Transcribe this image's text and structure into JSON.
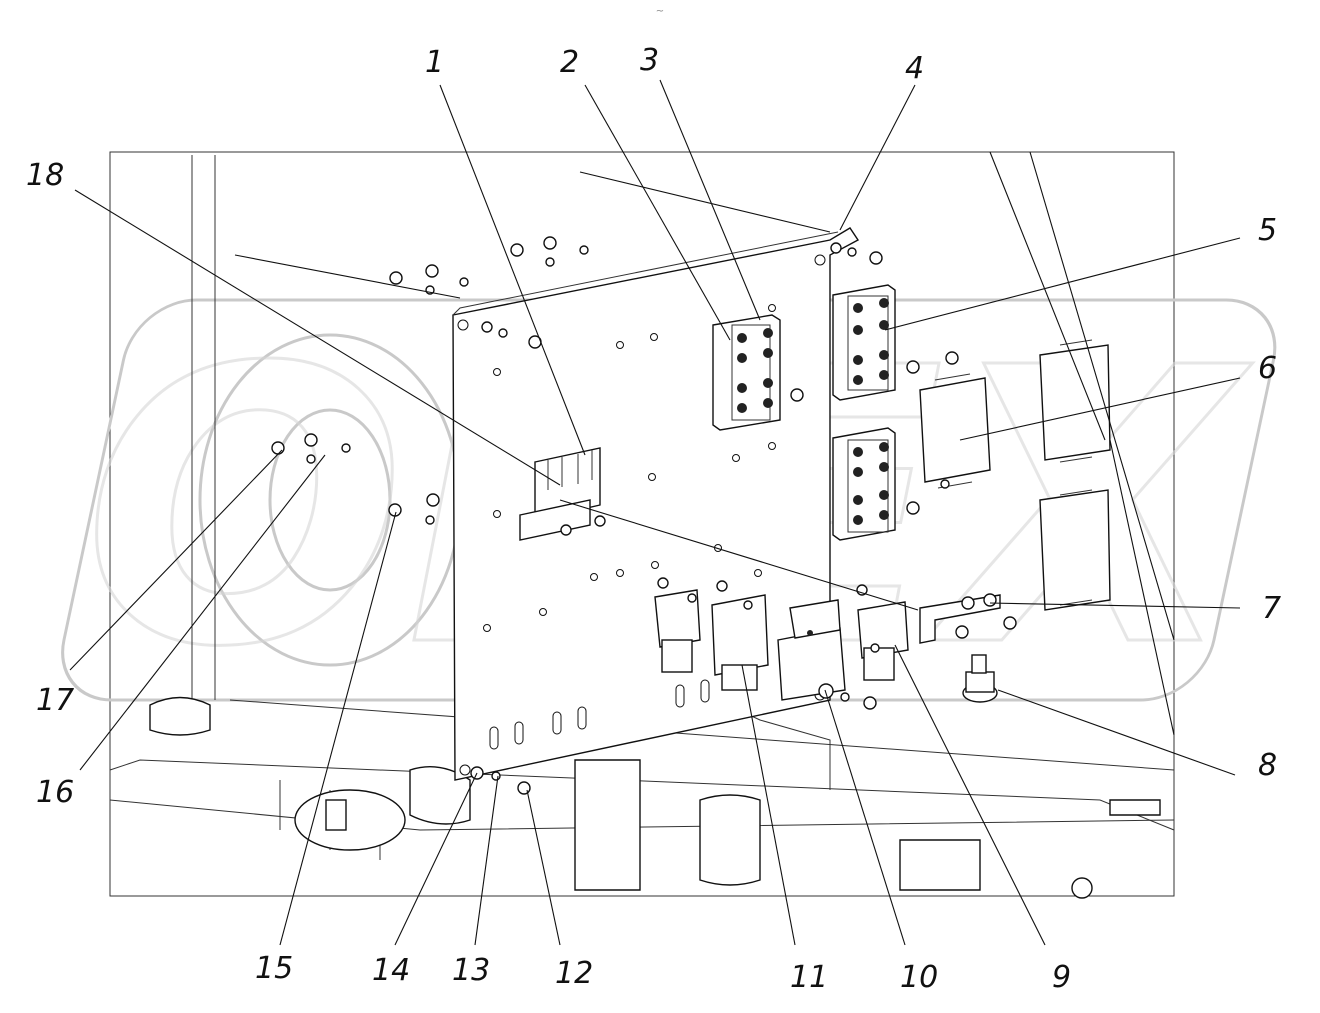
{
  "header": {
    "mark": "~"
  },
  "watermark": {
    "text": "OPEX"
  },
  "callouts": [
    {
      "id": "1",
      "label": "1"
    },
    {
      "id": "2",
      "label": "2"
    },
    {
      "id": "3",
      "label": "3"
    },
    {
      "id": "4",
      "label": "4"
    },
    {
      "id": "5",
      "label": "5"
    },
    {
      "id": "6",
      "label": "6"
    },
    {
      "id": "7",
      "label": "7"
    },
    {
      "id": "8",
      "label": "8"
    },
    {
      "id": "9",
      "label": "9"
    },
    {
      "id": "10",
      "label": "10"
    },
    {
      "id": "11",
      "label": "11"
    },
    {
      "id": "12",
      "label": "12"
    },
    {
      "id": "13",
      "label": "13"
    },
    {
      "id": "14",
      "label": "14"
    },
    {
      "id": "15",
      "label": "15"
    },
    {
      "id": "16",
      "label": "16"
    },
    {
      "id": "17",
      "label": "17"
    },
    {
      "id": "18",
      "label": "18"
    }
  ],
  "colors": {
    "line": "#111111",
    "watermark": "#c9c9c9",
    "background": "#ffffff"
  }
}
